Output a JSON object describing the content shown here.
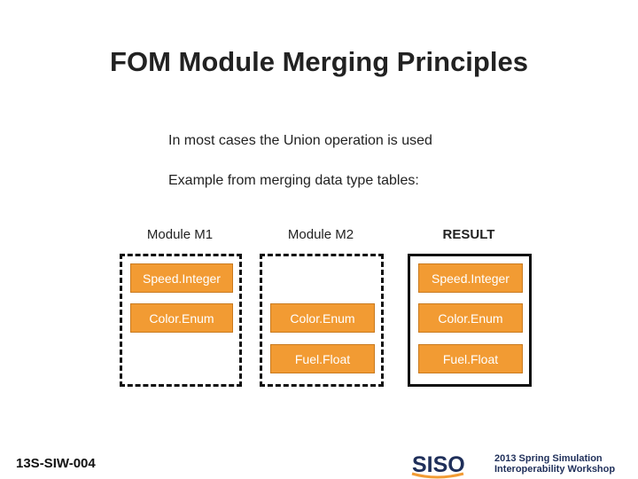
{
  "title": "FOM Module Merging Principles",
  "body": {
    "line1": "In most cases the Union operation is used",
    "line2": "Example from merging data type tables:"
  },
  "diagram": {
    "columns": [
      {
        "id": "m1",
        "header": "Module M1",
        "cells": [
          "Speed.Integer",
          "Color.Enum"
        ]
      },
      {
        "id": "m2",
        "header": "Module M2",
        "cells": [
          "Color.Enum",
          "Fuel.Float"
        ]
      },
      {
        "id": "result",
        "header": "RESULT",
        "cells": [
          "Speed.Integer",
          "Color.Enum",
          "Fuel.Float"
        ]
      }
    ]
  },
  "footer": {
    "code": "13S-SIW-004",
    "logo_text": "SISO",
    "workshop_line1": "2013 Spring Simulation",
    "workshop_line2": "Interoperability Workshop",
    "logo_color": "#1f2f5a",
    "accent_color": "#f29b33"
  }
}
